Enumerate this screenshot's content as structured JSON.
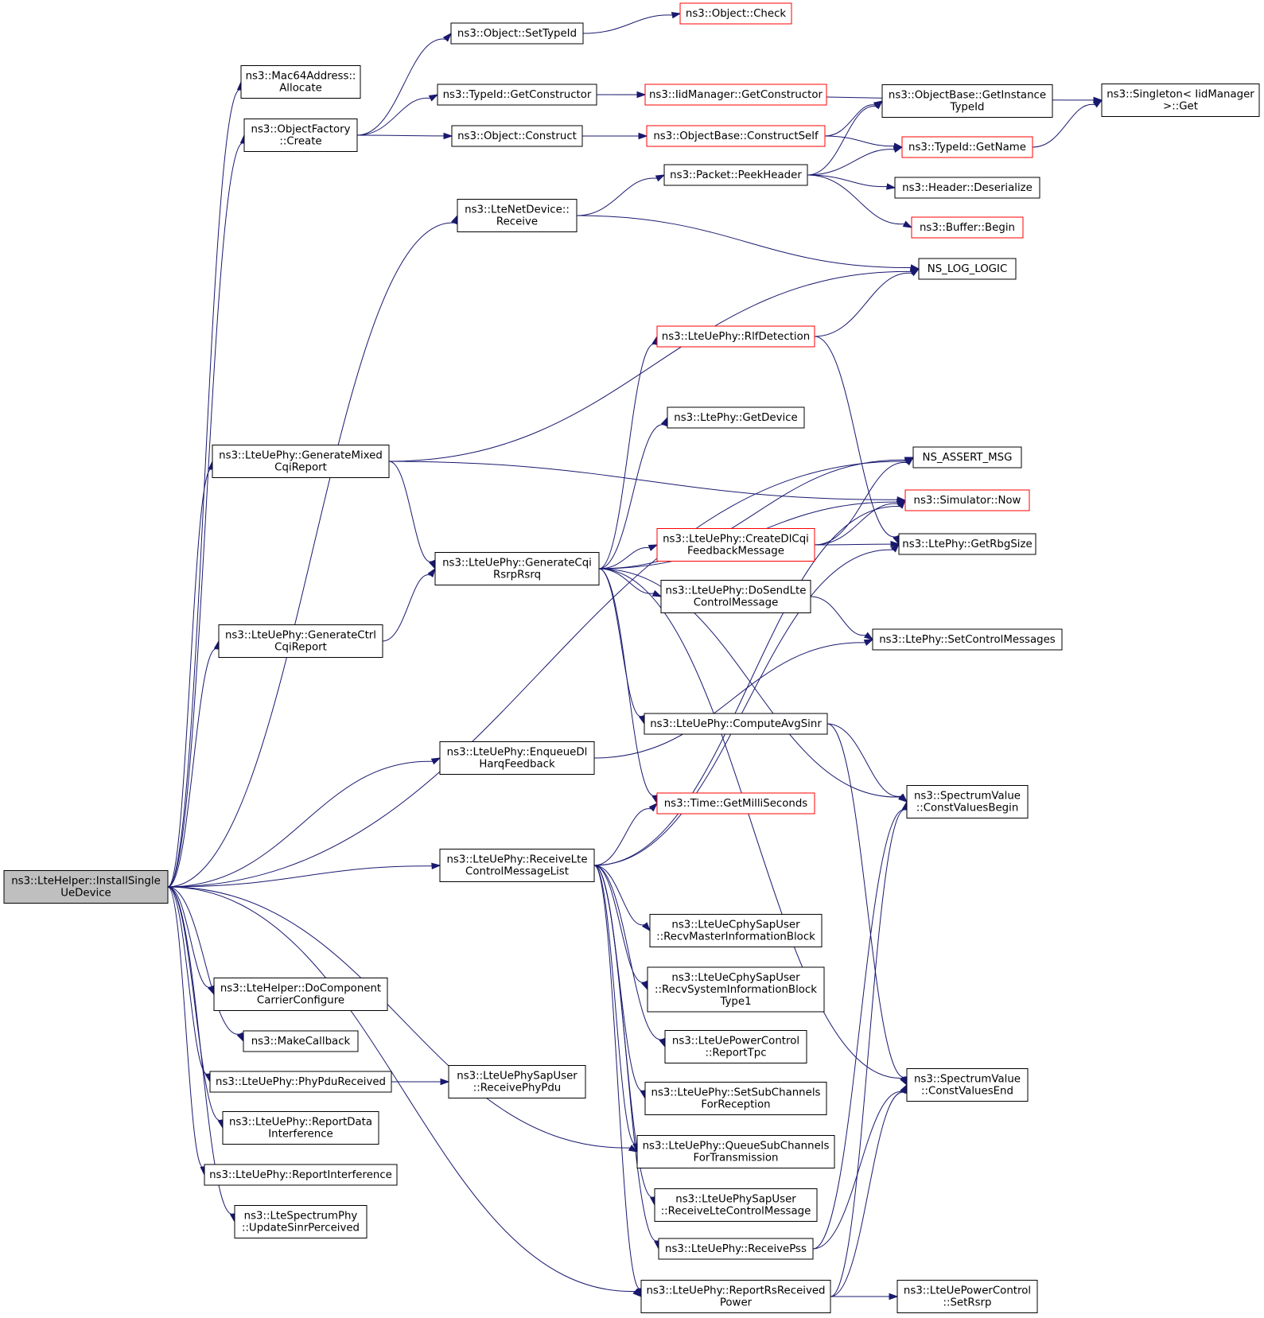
{
  "diagram": {
    "nodes": [
      {
        "id": "root",
        "lines": [
          "ns3::LteHelper::InstallSingle",
          "UeDevice"
        ],
        "style": "root"
      },
      {
        "id": "mac64",
        "lines": [
          "ns3::Mac64Address::",
          "Allocate"
        ],
        "style": "normal"
      },
      {
        "id": "objfactory",
        "lines": [
          "ns3::ObjectFactory",
          "::Create"
        ],
        "style": "normal"
      },
      {
        "id": "settypeid",
        "lines": [
          "ns3::Object::SetTypeId"
        ],
        "style": "normal"
      },
      {
        "id": "objcheck",
        "lines": [
          "ns3::Object::Check"
        ],
        "style": "red"
      },
      {
        "id": "tid_getctor",
        "lines": [
          "ns3::TypeId::GetConstructor"
        ],
        "style": "normal"
      },
      {
        "id": "iid_getctor",
        "lines": [
          "ns3::IidManager::GetConstructor"
        ],
        "style": "red"
      },
      {
        "id": "singleton",
        "lines": [
          "ns3::Singleton< IidManager",
          ">::Get"
        ],
        "style": "normal"
      },
      {
        "id": "getinstance",
        "lines": [
          "ns3::ObjectBase::GetInstance",
          "TypeId"
        ],
        "style": "normal"
      },
      {
        "id": "objconstruct",
        "lines": [
          "ns3::Object::Construct"
        ],
        "style": "normal"
      },
      {
        "id": "constructself",
        "lines": [
          "ns3::ObjectBase::ConstructSelf"
        ],
        "style": "red"
      },
      {
        "id": "getname",
        "lines": [
          "ns3::TypeId::GetName"
        ],
        "style": "red"
      },
      {
        "id": "peekheader",
        "lines": [
          "ns3::Packet::PeekHeader"
        ],
        "style": "normal"
      },
      {
        "id": "deserialize",
        "lines": [
          "ns3::Header::Deserialize"
        ],
        "style": "normal"
      },
      {
        "id": "bufbegin",
        "lines": [
          "ns3::Buffer::Begin"
        ],
        "style": "red"
      },
      {
        "id": "ltenetrecv",
        "lines": [
          "ns3::LteNetDevice::",
          "Receive"
        ],
        "style": "normal"
      },
      {
        "id": "nslog",
        "lines": [
          "NS_LOG_LOGIC"
        ],
        "style": "normal"
      },
      {
        "id": "rlf",
        "lines": [
          "ns3::LteUePhy::RlfDetection"
        ],
        "style": "red"
      },
      {
        "id": "getdevice",
        "lines": [
          "ns3::LtePhy::GetDevice"
        ],
        "style": "normal"
      },
      {
        "id": "nsassert",
        "lines": [
          "NS_ASSERT_MSG"
        ],
        "style": "normal"
      },
      {
        "id": "simnow",
        "lines": [
          "ns3::Simulator::Now"
        ],
        "style": "red"
      },
      {
        "id": "genmixed",
        "lines": [
          "ns3::LteUePhy::GenerateMixed",
          "CqiReport"
        ],
        "style": "normal"
      },
      {
        "id": "createdl",
        "lines": [
          "ns3::LteUePhy::CreateDlCqi",
          "FeedbackMessage"
        ],
        "style": "red"
      },
      {
        "id": "getrbg",
        "lines": [
          "ns3::LtePhy::GetRbgSize"
        ],
        "style": "normal"
      },
      {
        "id": "gencqi",
        "lines": [
          "ns3::LteUePhy::GenerateCqi",
          "RsrpRsrq"
        ],
        "style": "normal"
      },
      {
        "id": "dosend",
        "lines": [
          "ns3::LteUePhy::DoSendLte",
          "ControlMessage"
        ],
        "style": "normal"
      },
      {
        "id": "genctrl",
        "lines": [
          "ns3::LteUePhy::GenerateCtrl",
          "CqiReport"
        ],
        "style": "normal"
      },
      {
        "id": "setctrl",
        "lines": [
          "ns3::LtePhy::SetControlMessages"
        ],
        "style": "normal"
      },
      {
        "id": "avgsinr",
        "lines": [
          "ns3::LteUePhy::ComputeAvgSinr"
        ],
        "style": "normal"
      },
      {
        "id": "enqueue",
        "lines": [
          "ns3::LteUePhy::EnqueueDl",
          "HarqFeedback"
        ],
        "style": "normal"
      },
      {
        "id": "cvbegin",
        "lines": [
          "ns3::SpectrumValue",
          "::ConstValuesBegin"
        ],
        "style": "normal"
      },
      {
        "id": "getmilli",
        "lines": [
          "ns3::Time::GetMilliSeconds"
        ],
        "style": "red"
      },
      {
        "id": "recvlte",
        "lines": [
          "ns3::LteUePhy::ReceiveLte",
          "ControlMessageList"
        ],
        "style": "normal"
      },
      {
        "id": "recvmib",
        "lines": [
          "ns3::LteUeCphySapUser",
          "::RecvMasterInformationBlock"
        ],
        "style": "normal"
      },
      {
        "id": "recvsib",
        "lines": [
          "ns3::LteUeCphySapUser",
          "::RecvSystemInformationBlock",
          "Type1"
        ],
        "style": "normal"
      },
      {
        "id": "docomp",
        "lines": [
          "ns3::LteHelper::DoComponent",
          "CarrierConfigure"
        ],
        "style": "normal"
      },
      {
        "id": "makecb",
        "lines": [
          "ns3::MakeCallback"
        ],
        "style": "normal"
      },
      {
        "id": "reporttpc",
        "lines": [
          "ns3::LteUePowerControl",
          "::ReportTpc"
        ],
        "style": "normal"
      },
      {
        "id": "phypdu",
        "lines": [
          "ns3::LteUePhy::PhyPduReceived"
        ],
        "style": "normal"
      },
      {
        "id": "recvphypdu",
        "lines": [
          "ns3::LteUePhySapUser",
          "::ReceivePhyPdu"
        ],
        "style": "normal"
      },
      {
        "id": "cvend",
        "lines": [
          "ns3::SpectrumValue",
          "::ConstValuesEnd"
        ],
        "style": "normal"
      },
      {
        "id": "setsub",
        "lines": [
          "ns3::LteUePhy::SetSubChannels",
          "ForReception"
        ],
        "style": "normal"
      },
      {
        "id": "reportdata",
        "lines": [
          "ns3::LteUePhy::ReportData",
          "Interference"
        ],
        "style": "normal"
      },
      {
        "id": "queuesub",
        "lines": [
          "ns3::LteUePhy::QueueSubChannels",
          "ForTransmission"
        ],
        "style": "normal"
      },
      {
        "id": "reportint",
        "lines": [
          "ns3::LteUePhy::ReportInterference"
        ],
        "style": "normal"
      },
      {
        "id": "recvltemsg",
        "lines": [
          "ns3::LteUePhySapUser",
          "::ReceiveLteControlMessage"
        ],
        "style": "normal"
      },
      {
        "id": "updsinr",
        "lines": [
          "ns3::LteSpectrumPhy",
          "::UpdateSinrPerceived"
        ],
        "style": "normal"
      },
      {
        "id": "recvpss",
        "lines": [
          "ns3::LteUePhy::ReceivePss"
        ],
        "style": "normal"
      },
      {
        "id": "reportrs",
        "lines": [
          "ns3::LteUePhy::ReportRsReceived",
          "Power"
        ],
        "style": "normal"
      },
      {
        "id": "setrsrp",
        "lines": [
          "ns3::LteUePowerControl",
          "::SetRsrp"
        ],
        "style": "normal"
      }
    ],
    "edges": [
      [
        "root",
        "mac64"
      ],
      [
        "root",
        "objfactory"
      ],
      [
        "root",
        "ltenetrecv"
      ],
      [
        "root",
        "nsassert"
      ],
      [
        "root",
        "genmixed"
      ],
      [
        "root",
        "genctrl"
      ],
      [
        "root",
        "enqueue"
      ],
      [
        "root",
        "recvlte"
      ],
      [
        "root",
        "docomp"
      ],
      [
        "root",
        "makecb"
      ],
      [
        "root",
        "phypdu"
      ],
      [
        "root",
        "reportdata"
      ],
      [
        "root",
        "reportint"
      ],
      [
        "root",
        "updsinr"
      ],
      [
        "root",
        "queuesub"
      ],
      [
        "root",
        "reportrs"
      ],
      [
        "objfactory",
        "settypeid"
      ],
      [
        "objfactory",
        "tid_getctor"
      ],
      [
        "objfactory",
        "objconstruct"
      ],
      [
        "settypeid",
        "objcheck"
      ],
      [
        "tid_getctor",
        "iid_getctor"
      ],
      [
        "tid_getctor",
        "singleton"
      ],
      [
        "objconstruct",
        "constructself"
      ],
      [
        "constructself",
        "getinstance"
      ],
      [
        "constructself",
        "getname"
      ],
      [
        "getname",
        "singleton"
      ],
      [
        "ltenetrecv",
        "peekheader"
      ],
      [
        "ltenetrecv",
        "nslog"
      ],
      [
        "peekheader",
        "getinstance"
      ],
      [
        "peekheader",
        "getname"
      ],
      [
        "peekheader",
        "deserialize"
      ],
      [
        "peekheader",
        "bufbegin"
      ],
      [
        "genmixed",
        "nslog"
      ],
      [
        "genmixed",
        "simnow"
      ],
      [
        "genmixed",
        "gencqi"
      ],
      [
        "genctrl",
        "gencqi"
      ],
      [
        "gencqi",
        "rlf"
      ],
      [
        "gencqi",
        "getdevice"
      ],
      [
        "gencqi",
        "nsassert"
      ],
      [
        "gencqi",
        "simnow"
      ],
      [
        "gencqi",
        "createdl"
      ],
      [
        "gencqi",
        "dosend"
      ],
      [
        "gencqi",
        "avgsinr"
      ],
      [
        "gencqi",
        "cvbegin"
      ],
      [
        "gencqi",
        "getmilli"
      ],
      [
        "gencqi",
        "cvend"
      ],
      [
        "rlf",
        "nslog"
      ],
      [
        "rlf",
        "getrbg"
      ],
      [
        "createdl",
        "nsassert"
      ],
      [
        "createdl",
        "simnow"
      ],
      [
        "createdl",
        "getrbg"
      ],
      [
        "dosend",
        "setctrl"
      ],
      [
        "avgsinr",
        "cvbegin"
      ],
      [
        "avgsinr",
        "cvend"
      ],
      [
        "enqueue",
        "setctrl"
      ],
      [
        "recvlte",
        "getmilli"
      ],
      [
        "recvlte",
        "getrbg"
      ],
      [
        "recvlte",
        "simnow"
      ],
      [
        "recvlte",
        "recvmib"
      ],
      [
        "recvlte",
        "recvsib"
      ],
      [
        "recvlte",
        "reporttpc"
      ],
      [
        "recvlte",
        "setsub"
      ],
      [
        "recvlte",
        "queuesub"
      ],
      [
        "recvlte",
        "recvltemsg"
      ],
      [
        "recvlte",
        "recvpss"
      ],
      [
        "recvlte",
        "reportrs"
      ],
      [
        "phypdu",
        "recvphypdu"
      ],
      [
        "recvpss",
        "cvbegin"
      ],
      [
        "recvpss",
        "cvend"
      ],
      [
        "reportrs",
        "cvbegin"
      ],
      [
        "reportrs",
        "cvend"
      ],
      [
        "reportrs",
        "setrsrp"
      ]
    ]
  }
}
